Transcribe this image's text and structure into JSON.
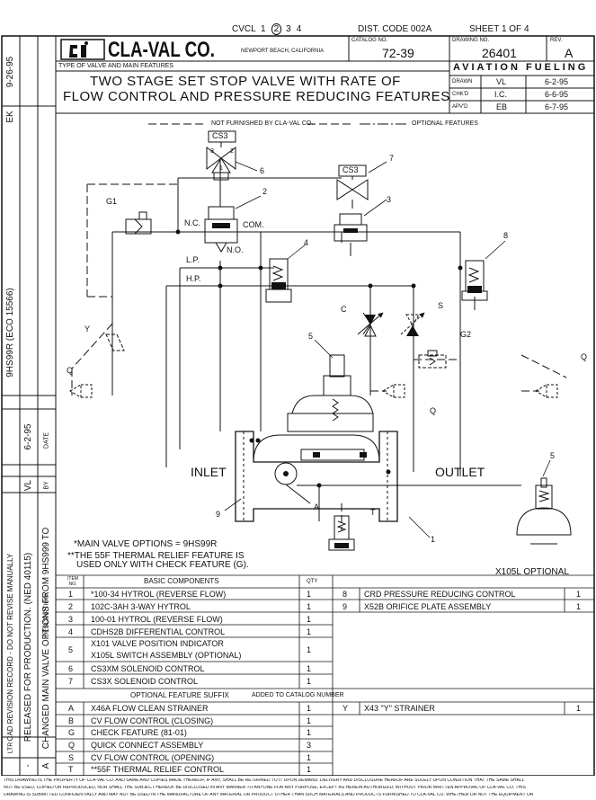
{
  "header": {
    "cvcl_label": "CVCL",
    "cvcl_options": [
      "1",
      "2",
      "3",
      "4"
    ],
    "cvcl_selected": "2",
    "dist_code": "DIST. CODE 002A",
    "sheet": "SHEET  1  OF  4",
    "company": "CLA-VAL CO.",
    "location": "NEWPORT BEACH, CALIFORNIA",
    "catalog_label": "CATALOG NO.",
    "catalog_no": "72-39",
    "drawing_label": "DRAWING NO.",
    "drawing_no": "26401",
    "rev_label": "REV.",
    "rev": "A",
    "type_label": "TYPE OF VALVE AND MAIN FEATURES",
    "title_line1": "TWO STAGE SET STOP VALVE WITH RATE OF",
    "title_line2": "FLOW CONTROL AND PRESSURE REDUCING FEATURES",
    "division": "AVIATION FUELING",
    "approvals": [
      {
        "role": "DRAWN",
        "initials": "VL",
        "date": "6-2-95"
      },
      {
        "role": "CHK'D",
        "initials": "I.C.",
        "date": "6-6-95"
      },
      {
        "role": "APV'D",
        "initials": "EB",
        "date": "6-7-95"
      }
    ]
  },
  "left_margin": {
    "top_date": "9-26-95",
    "top_initials": "EK",
    "revision_note": "9HS99R (ECO 15566)",
    "date_label": "DATE",
    "date_value": "6-2-95",
    "by_label": "BY",
    "by_value": "VL",
    "desc_label": "DESCRIPTION",
    "desc_line1": "RELEASED FOR PRODUCTION. (NED 40115)",
    "desc_line2": "CHANGED MAIN VALVE OPTIONS FROM 9HS999 TO",
    "ltr_label": "LTR",
    "ltr_blank": "-",
    "ltr_a": "A",
    "outer_note": "CAD REVISION RECORD - DO NOT REVISE MANUALLY"
  },
  "legend": {
    "not_furnished": "NOT FURNISHED BY CLA-VAL CO.",
    "optional": "OPTIONAL FEATURES"
  },
  "diagram_labels": {
    "cs3_top": "CS3",
    "cs3_right": "CS3",
    "port_1": "1",
    "port_2": "2",
    "port_3": "3",
    "nc": "N.C.",
    "com": "COM.",
    "no": "N.O.",
    "lp": "L.P.",
    "hp": "H.P.",
    "g1": "G1",
    "g2": "G2",
    "c": "C",
    "s": "S",
    "y": "Y",
    "q": "Q",
    "a": "A",
    "t": "T",
    "inlet": "INLET",
    "outlet": "OUTLET",
    "x105l": "X105L OPTIONAL",
    "callouts": [
      "1",
      "2",
      "3",
      "4",
      "5",
      "6",
      "7",
      "8",
      "9",
      "5"
    ]
  },
  "notes": [
    "*MAIN VALVE OPTIONS = 9HS99R",
    "**THE 55F THERMAL RELIEF FEATURE IS",
    "USED ONLY WITH CHECK FEATURE (G)."
  ],
  "components_table": {
    "item_header": "ITEM NO.",
    "basic_header": "BASIC COMPONENTS",
    "qty_header": "QTY",
    "rows": [
      {
        "item": "1",
        "desc": "*100-34 HYTROL (REVERSE FLOW)",
        "qty": "1"
      },
      {
        "item": "2",
        "desc": "102C-3AH 3-WAY HYTROL",
        "qty": "1"
      },
      {
        "item": "3",
        "desc": "100-01 HYTROL (REVERSE FLOW)",
        "qty": "1"
      },
      {
        "item": "4",
        "desc": "CDHS2B DIFFERENTIAL CONTROL",
        "qty": "1"
      },
      {
        "item": "5",
        "desc": "X101 VALVE POSITION INDICATOR",
        "desc2": "X105L SWITCH ASSEMBLY (OPTIONAL)",
        "qty": "1"
      },
      {
        "item": "6",
        "desc": "CS3XM SOLENOID CONTROL",
        "qty": "1"
      },
      {
        "item": "7",
        "desc": "CS3X SOLENOID CONTROL",
        "qty": "1"
      }
    ],
    "right_rows": [
      {
        "item": "8",
        "desc": "CRD PRESSURE REDUCING CONTROL",
        "qty": "1"
      },
      {
        "item": "9",
        "desc": "X52B ORIFICE PLATE ASSEMBLY",
        "qty": "1"
      }
    ]
  },
  "suffix_table": {
    "header": "OPTIONAL FEATURE SUFFIX",
    "header_note": "ADDED TO CATALOG NUMBER",
    "rows": [
      {
        "code": "A",
        "desc": "X46A FLOW CLEAN STRAINER",
        "qty": "1"
      },
      {
        "code": "B",
        "desc": "CV FLOW CONTROL (CLOSING)",
        "qty": "1"
      },
      {
        "code": "G",
        "desc": "CHECK FEATURE (81-01)",
        "qty": "1"
      },
      {
        "code": "Q",
        "desc": "QUICK CONNECT ASSEMBLY",
        "qty": "3"
      },
      {
        "code": "S",
        "desc": "CV FLOW CONTROL (OPENING)",
        "qty": "1"
      },
      {
        "code": "T",
        "desc": "**55F THERMAL RELIEF CONTROL",
        "qty": "1"
      }
    ],
    "right_rows": [
      {
        "code": "Y",
        "desc": "X43 \"Y\" STRAINER",
        "qty": "1"
      }
    ]
  },
  "footer": {
    "line1": "THIS DRAWING IS THE PROPERTY OF CLA-VAL CO. AND SAME AND COPIES MADE THEREOF, IF ANY, SHALL BE RETURNED TO IT UPON DEMAND. DELIVERY AND DISCLOSURE HEREOF ARE SOLELY UPON CONDITION THAT THE SAME SHALL",
    "line2": "NOT BE USED, COPIED OR REPRODUCED, NOR SHALL THE SUBJECT HEREOF BE DISCLOSED IN ANY MANNER TO ANYONE FOR ANY PURPOSE, EXCEPT AS HEREIN AUTHORIZED, WITHOUT PRIOR WRITTEN APPROVAL OF CLA-VAL CO. THIS",
    "line3": "DRAWING IS SUBMITTED CONFIDENTIALLY AND MAY NOT BE USED IN THE MANUFACTURE OF ANY MATERIAL OR PRODUCT OTHER THAN SUCH MATERIALS AND PRODUCTS FURNISHED TO CLA-VAL CO. WHETHER OR NOT THE EQUIPMENT OR"
  }
}
